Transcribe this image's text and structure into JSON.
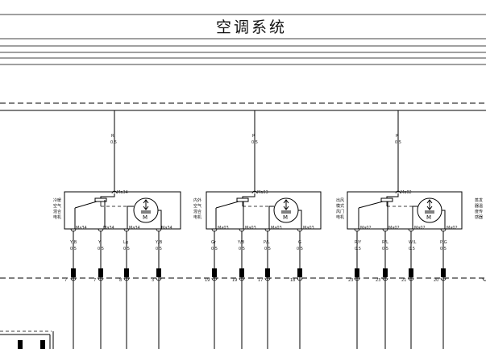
{
  "title": "空调系统",
  "supply": [
    {
      "color": "R",
      "size": "0.5"
    },
    {
      "color": "R",
      "size": "0.5"
    },
    {
      "color": "R",
      "size": "0.5"
    }
  ],
  "motors": [
    {
      "label": "冷暖空气混合电机",
      "label_lines": [
        "冷暖",
        "空气",
        "混合",
        "电机"
      ],
      "power_pin": "Ma34",
      "motor_letter": "M",
      "pins": [
        "Ma34",
        "Ma34",
        "Ma34",
        "Ma34"
      ],
      "wires": [
        {
          "color": "Y/B",
          "size": "0.5"
        },
        {
          "color": "Y",
          "size": "0.5"
        },
        {
          "color": "Lg",
          "size": "0.5"
        },
        {
          "color": "Y/B",
          "size": "0.5"
        }
      ],
      "connector_pins": [
        "7",
        "7",
        "8",
        "3"
      ]
    },
    {
      "label": "内外空气混合电机",
      "label_lines": [
        "内外",
        "空气",
        "混合",
        "电机"
      ],
      "power_pin": "Ma03",
      "motor_letter": "M",
      "pins": [
        "Ma03",
        "Ma03",
        "Ma03",
        "Ma03"
      ],
      "wires": [
        {
          "color": "Gr",
          "size": "0.5"
        },
        {
          "color": "Y/B",
          "size": "0.5"
        },
        {
          "color": "P/L",
          "size": "0.5"
        },
        {
          "color": "G",
          "size": "0.5"
        }
      ],
      "connector_pins": [
        "19",
        "19",
        "17",
        "18"
      ]
    },
    {
      "label": "出风模式风门电机",
      "label_lines": [
        "出风",
        "模式",
        "风门",
        "电机"
      ],
      "power_pin": "Ma02",
      "motor_letter": "M",
      "pins": [
        "Ma02",
        "Ma02",
        "Ma02",
        "Ma02"
      ],
      "wires": [
        {
          "color": "R/Y",
          "size": "0.5"
        },
        {
          "color": "R/L",
          "size": "0.5"
        },
        {
          "color": "W/L",
          "size": "0.5"
        },
        {
          "color": "P/G",
          "size": "0.5"
        }
      ],
      "connector_pins": [
        "23",
        "23",
        "21",
        "20"
      ]
    }
  ],
  "side_label": "蒸发器温度传感器",
  "side_label_lines": [
    "蒸发",
    "器温",
    "度传",
    "感器"
  ]
}
